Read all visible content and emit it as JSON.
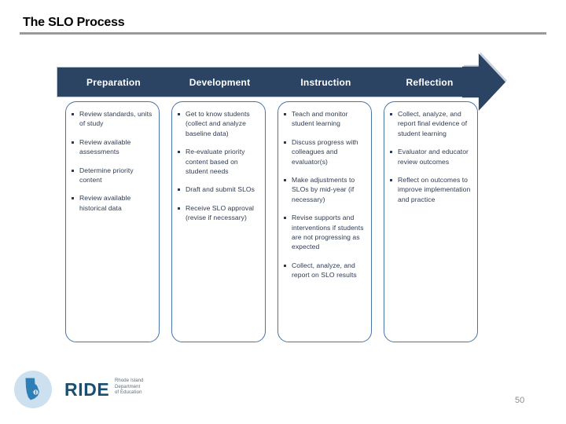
{
  "slide": {
    "title": "The SLO Process",
    "page_number": "50"
  },
  "banner": {
    "stages": [
      {
        "label": "Preparation"
      },
      {
        "label": "Development"
      },
      {
        "label": "Instruction"
      },
      {
        "label": "Reflection"
      }
    ],
    "color": "#2c4463",
    "text_color": "#ffffff",
    "arrow_direction": "right"
  },
  "columns": [
    {
      "stage": "Preparation",
      "items": [
        "Review standards, units of study",
        "Review available assessments",
        "Determine priority content",
        "Review available historical data"
      ]
    },
    {
      "stage": "Development",
      "items": [
        "Get to know students (collect and analyze baseline data)",
        "Re-evaluate priority content based on student needs",
        "Draft and submit SLOs",
        "Receive SLO approval (revise if necessary)"
      ]
    },
    {
      "stage": "Instruction",
      "items": [
        "Teach and monitor student learning",
        "Discuss progress with colleagues and evaluator(s)",
        "Make adjustments to SLOs by mid-year (if necessary)",
        "Revise supports and interventions if students are not progressing as expected",
        "Collect, analyze, and report on SLO results"
      ]
    },
    {
      "stage": "Reflection",
      "items": [
        "Collect, analyze, and report final evidence of student learning",
        "Evaluator and educator review outcomes",
        "Reflect on outcomes to improve implementation and practice"
      ]
    }
  ],
  "logo": {
    "wordmark": "RIDE",
    "tagline_line1": "Rhode Island",
    "tagline_line2": "Department",
    "tagline_line3": "of Education",
    "circle_color": "#cde0ef",
    "wordmark_color": "#1b4f72"
  }
}
